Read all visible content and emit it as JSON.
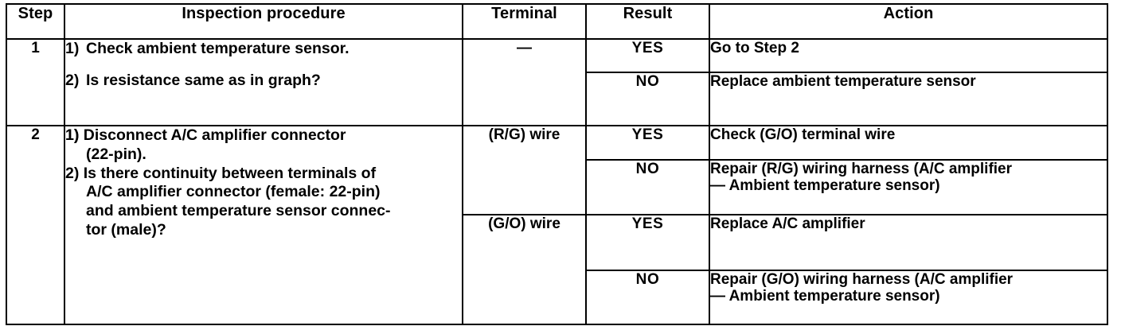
{
  "table": {
    "headers": {
      "step": "Step",
      "inspection": "Inspection procedure",
      "terminal": "Terminal",
      "result": "Result",
      "action": "Action"
    },
    "steps": [
      {
        "number": "1",
        "procedure": [
          {
            "marker": "1)",
            "text": "Check ambient temperature sensor."
          },
          {
            "marker": "2)",
            "text": "Is resistance same as in graph?"
          }
        ],
        "terminal_groups": [
          {
            "terminal": "—",
            "rows": [
              {
                "result": "YES",
                "action": "Go to Step 2"
              },
              {
                "result": "NO",
                "action": "Replace ambient temperature sensor"
              }
            ]
          }
        ]
      },
      {
        "number": "2",
        "procedure": [
          {
            "marker": "1)",
            "text": "Disconnect A/C amplifier connector (22-pin)."
          },
          {
            "marker": "2)",
            "text": "Is there continuity between terminals of A/C amplifier connector (female: 22-pin) and ambient temperature sensor connec-tor (male)?"
          }
        ],
        "terminal_groups": [
          {
            "terminal": "(R/G)  wire",
            "rows": [
              {
                "result": "YES",
                "action": "Check (G/O) terminal wire"
              },
              {
                "result": "NO",
                "action": "Repair (R/G) wiring harness (A/C amplifier — Ambient temperature sensor)"
              }
            ]
          },
          {
            "terminal": "(G/O) wire",
            "rows": [
              {
                "result": "YES",
                "action": "Replace A/C amplifier"
              },
              {
                "result": "NO",
                "action": "Repair (G/O) wiring harness (A/C amplifier — Ambient temperature sensor)"
              }
            ]
          }
        ]
      }
    ],
    "step2_procedure_lines": {
      "l1a": "1) Disconnect A/C amplifier connector",
      "l1b": "(22-pin).",
      "l2a": "2) Is there continuity between terminals of",
      "l2b": "A/C amplifier connector (female: 22-pin)",
      "l2c": "and ambient temperature sensor connec-",
      "l2d": "tor (male)?"
    },
    "action_lines": {
      "rg_repair_1": "Repair (R/G) wiring harness (A/C amplifier",
      "rg_repair_2": "— Ambient temperature sensor)",
      "go_repair_1": "Repair (G/O) wiring harness (A/C amplifier",
      "go_repair_2": "— Ambient temperature sensor)"
    }
  },
  "colors": {
    "ink": "#000000",
    "paper": "#ffffff"
  }
}
